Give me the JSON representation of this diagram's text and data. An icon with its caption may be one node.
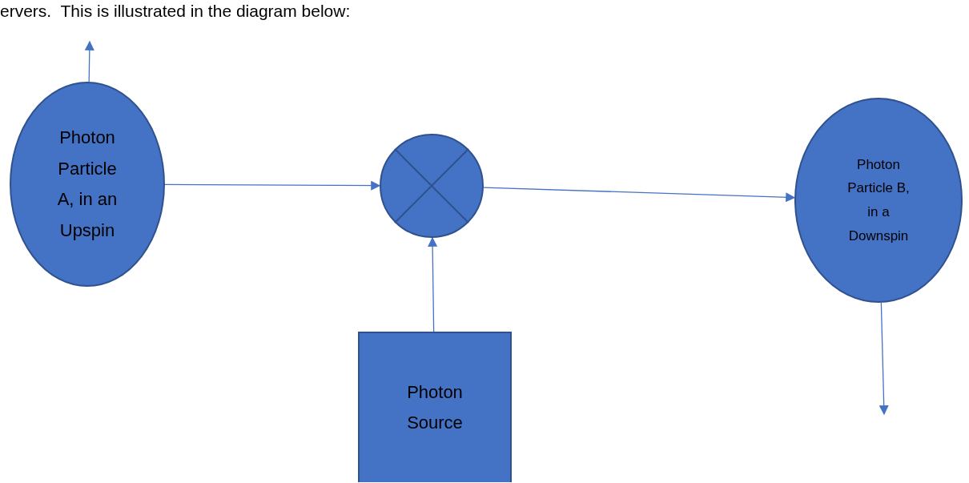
{
  "diagram": {
    "nodes": [
      {
        "text": [
          "Photon Particle A, in an Upspin"
        ]
      },
      {
        "text": [],
        "shape": "circle"
      },
      {
        "text": [
          "Photon Particle B, in a Downspin"
        ]
      },
      {
        "text": [
          "Photon Source"
        ]
      }
    ],
    "edges": [
      {
        "from": 0,
        "to": null,
        "arrow": "to"
      },
      {
        "from": 0,
        "to": 1,
        "arrow": "to"
      },
      {
        "from": 1,
        "to": 2,
        "arrow": "to"
      },
      {
        "from": 3,
        "to": 1,
        "arrow": "to"
      },
      {
        "from": 2,
        "to": null,
        "arrow": "to"
      }
    ],
    "labels": [
      "ervers.  This is illustrated in the diagram below:"
    ]
  }
}
